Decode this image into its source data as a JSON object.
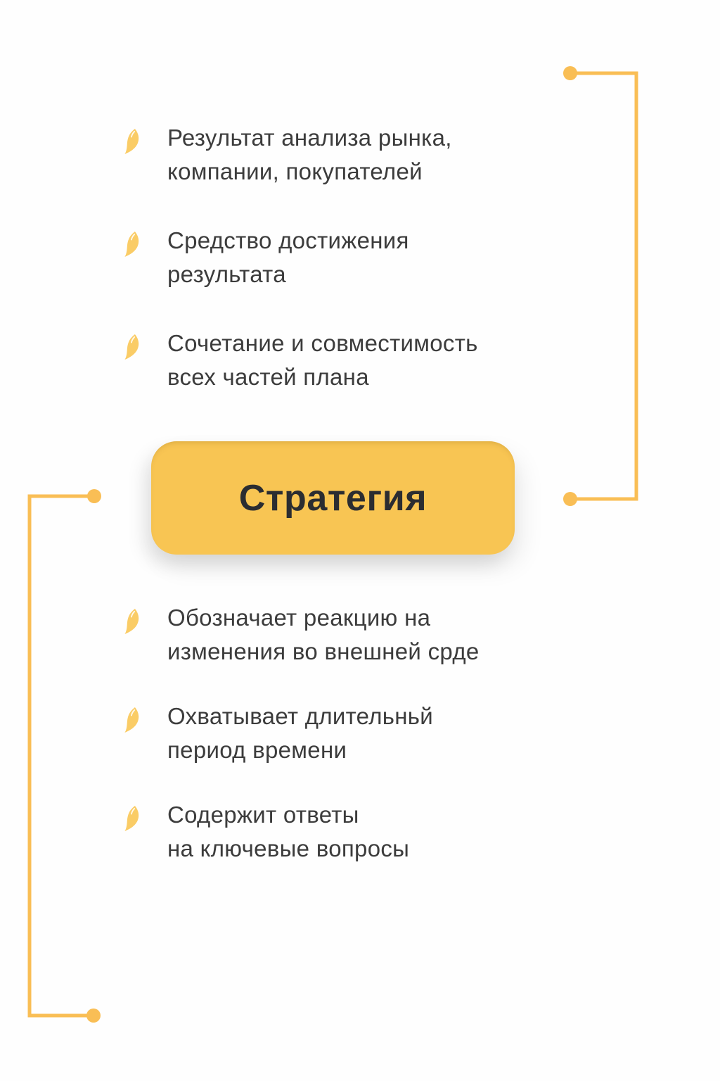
{
  "page": {
    "background": "#FEFEFE"
  },
  "colors": {
    "accent_yellow": "#F8C553",
    "leaf_yellow": "#FACC66",
    "line_yellow": "#F9BE55",
    "body_text": "#3C3C3C",
    "title_text": "#2B2D31",
    "page_bg": "#FEFEFE"
  },
  "icons": {
    "bullet": "leaf-icon"
  },
  "center_badge": {
    "label": "Стратегия"
  },
  "top_section": {
    "items": [
      {
        "line1": "Результат анализа рынка,",
        "line2": "компании, покупателей"
      },
      {
        "line1": "Средство достижения",
        "line2": "результата"
      },
      {
        "line1": "Сочетание и совместимость",
        "line2": "всех частей плана"
      }
    ]
  },
  "bottom_section": {
    "items": [
      {
        "line1": "Обозначает реакцию на",
        "line2": "изменения во внешней срде"
      },
      {
        "line1": "Охватывает длительньй",
        "line2": "период времени"
      },
      {
        "line1": "Содержит ответы",
        "line2": "на ключевые вопросы"
      }
    ]
  }
}
